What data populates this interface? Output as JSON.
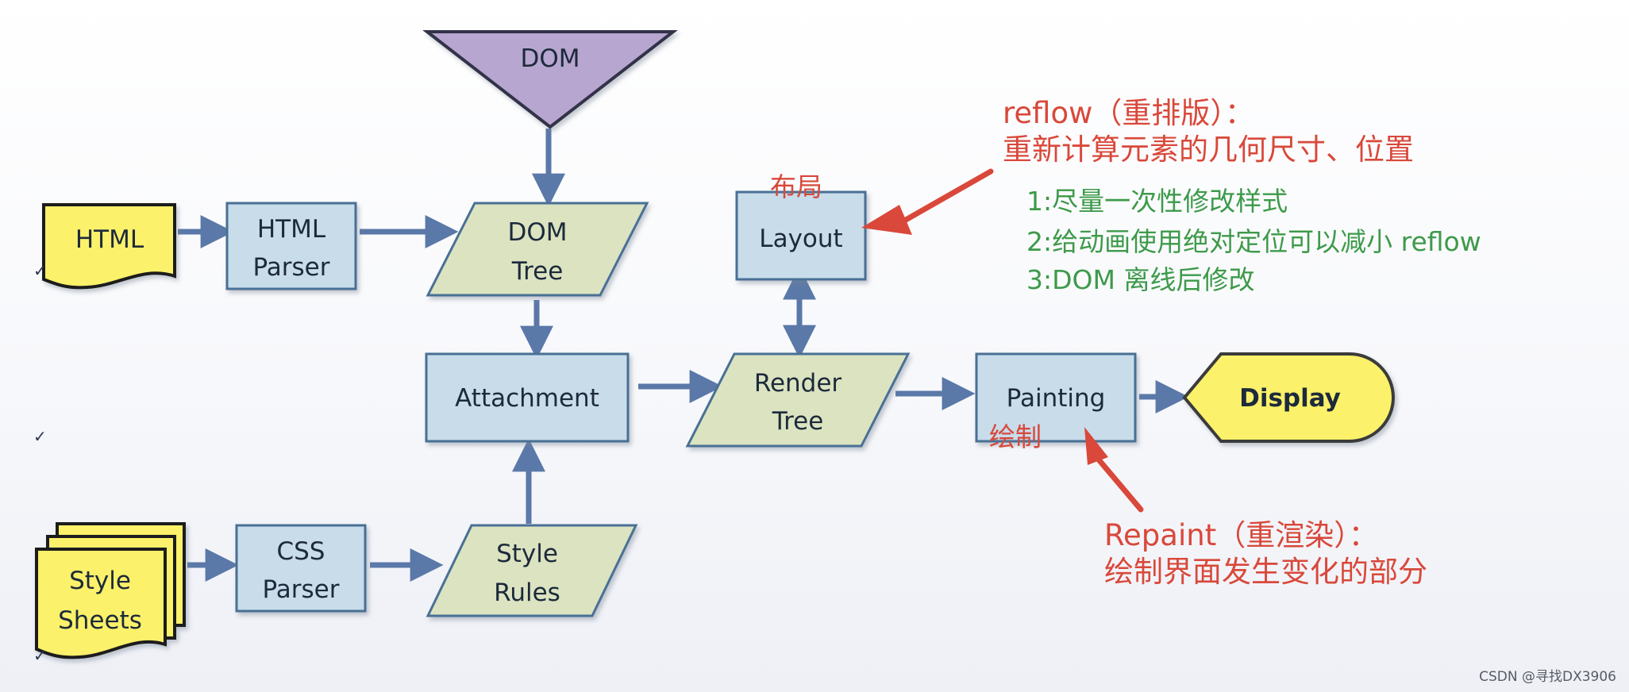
{
  "colors": {
    "box_fill": "#c8dcea",
    "box_stroke": "#4a6f95",
    "para_fill": "#dbe3c1",
    "doc_fill": "#fbf16a",
    "dom_fill": "#b7a6cf",
    "arrow": "#5a78a8",
    "red": "#d9483a",
    "green": "#3d9a4a"
  },
  "nodes": {
    "dom": "DOM",
    "html": "HTML",
    "html_parser": [
      "HTML",
      "Parser"
    ],
    "dom_tree": [
      "DOM",
      "Tree"
    ],
    "layout": "Layout",
    "attachment": "Attachment",
    "render_tree": [
      "Render",
      "Tree"
    ],
    "painting": "Painting",
    "display": "Display",
    "style_sheets": [
      "Style",
      "Sheets"
    ],
    "css_parser": [
      "CSS",
      "Parser"
    ],
    "style_rules": [
      "Style",
      "Rules"
    ]
  },
  "annotations": {
    "layout_label": "布局",
    "paint_label": "绘制",
    "reflow_title": "reflow（重排版）：",
    "reflow_desc": "重新计算元素的几何尺寸、位置",
    "tips": [
      "1:尽量一次性修改样式",
      "2:给动画使用绝对定位可以减小 reflow",
      "3:DOM 离线后修改"
    ],
    "repaint_title": "Repaint（重渲染）：",
    "repaint_desc": "绘制界面发生变化的部分"
  },
  "ticks": [
    "✓",
    "✓",
    "✓"
  ],
  "watermark": "CSDN @寻找DX3906"
}
